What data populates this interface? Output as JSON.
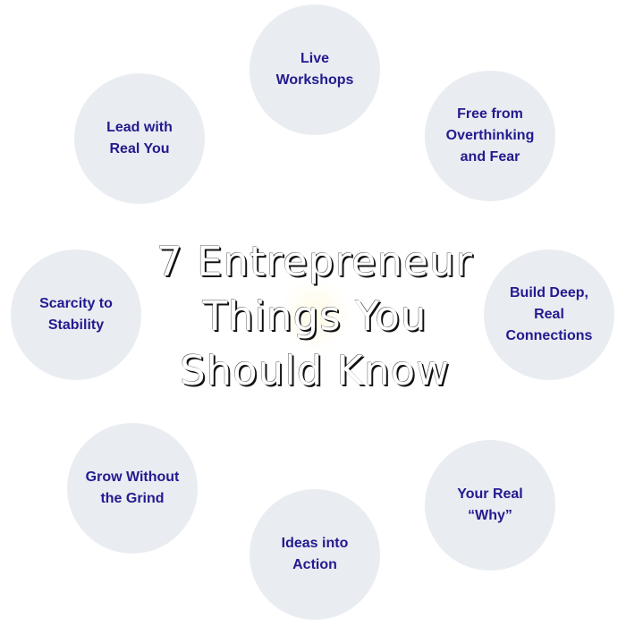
{
  "title": {
    "lines": [
      "7 Entrepreneur",
      "Things You",
      "Should Know"
    ]
  },
  "nodes": [
    {
      "label": "Live Workshops"
    },
    {
      "label": "Free from Overthinking and Fear"
    },
    {
      "label": "Build Deep, Real Connections"
    },
    {
      "label": "Your Real “Why”"
    },
    {
      "label": "Ideas into Action"
    },
    {
      "label": "Grow Without the Grind"
    },
    {
      "label": "Scarcity to Stability"
    },
    {
      "label": "Lead with Real You"
    }
  ],
  "colors": {
    "circle": "#e9ecf1",
    "text": "#231a8f"
  }
}
